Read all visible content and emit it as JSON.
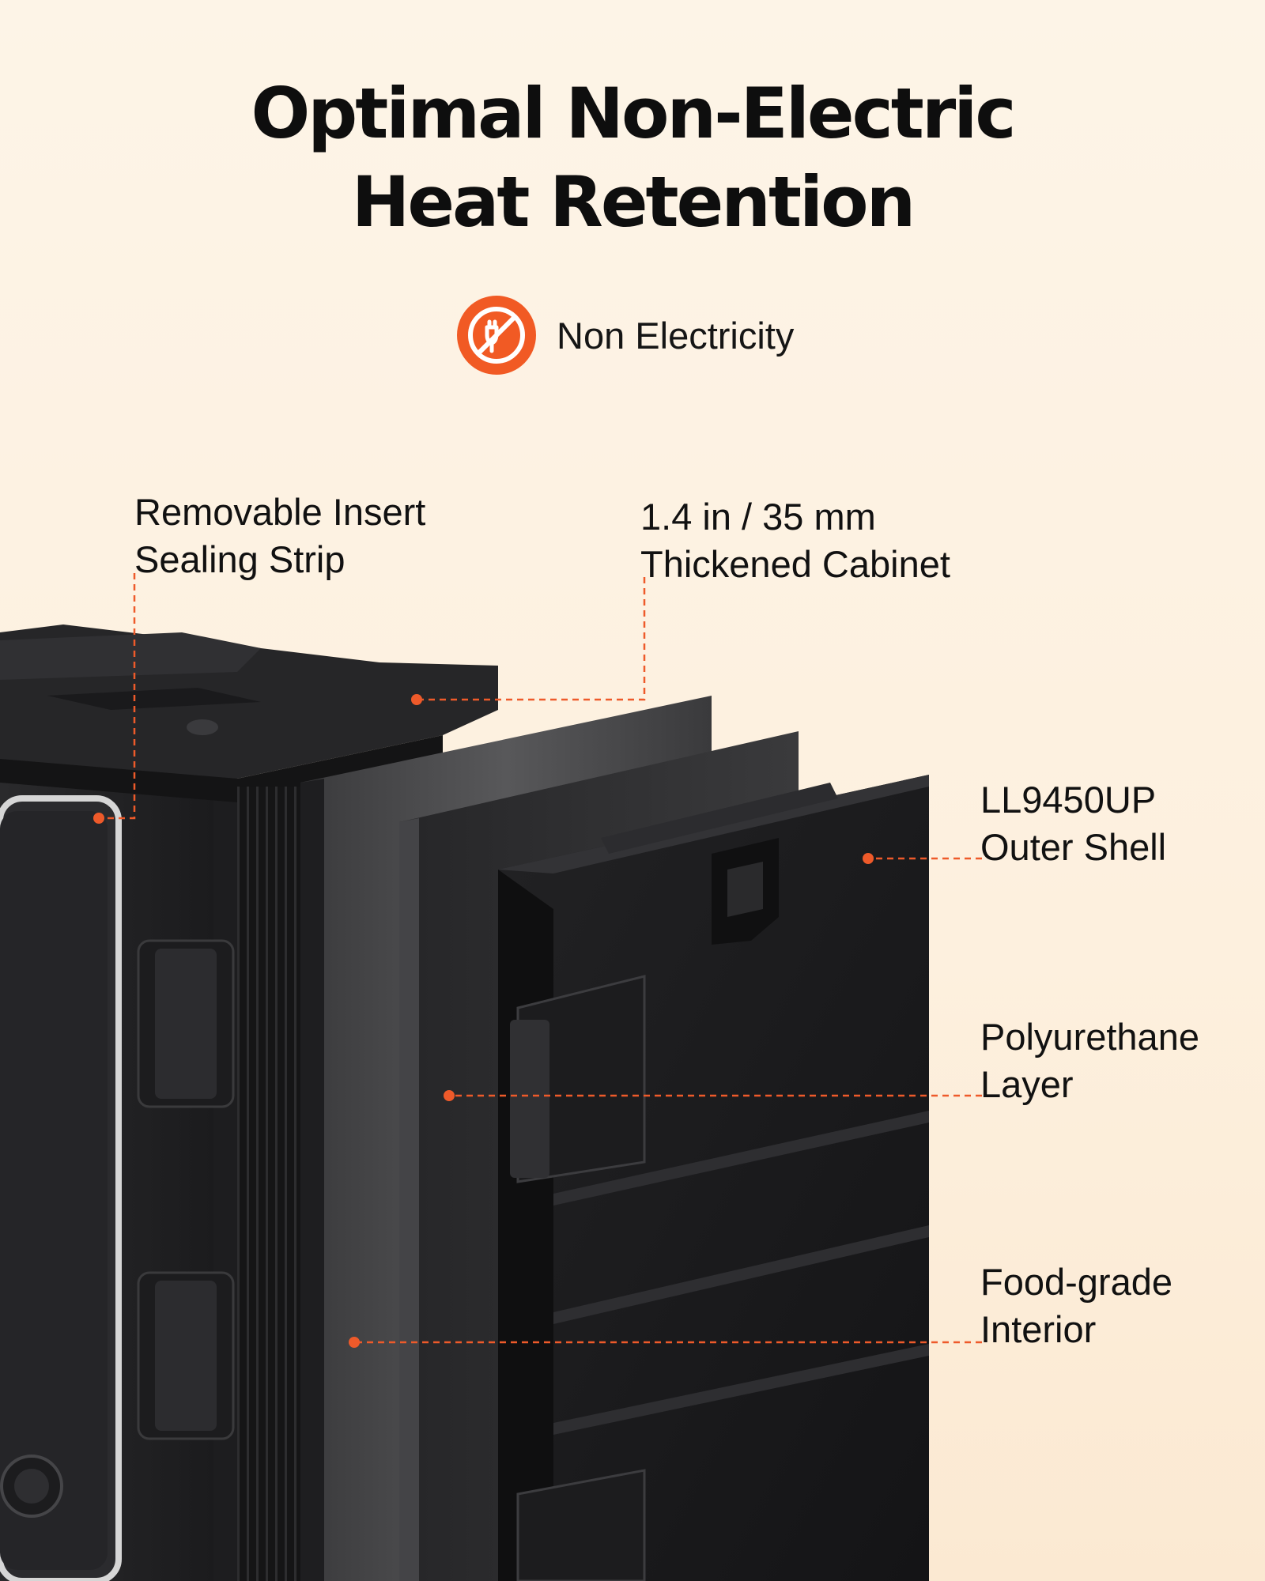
{
  "title": {
    "line1": "Optimal Non-Electric",
    "line2": "Heat Retention"
  },
  "badge": {
    "icon": "no-plug-icon",
    "label": "Non Electricity",
    "color": "#f15a24"
  },
  "callouts": [
    {
      "id": "sealing-strip",
      "lines": [
        "Removable Insert",
        "Sealing Strip"
      ]
    },
    {
      "id": "thickened-cabinet",
      "lines": [
        "1.4 in / 35 mm",
        "Thickened Cabinet"
      ]
    },
    {
      "id": "outer-shell",
      "lines": [
        "LL9450UP",
        "Outer Shell"
      ]
    },
    {
      "id": "polyurethane-layer",
      "lines": [
        "Polyurethane",
        "Layer"
      ]
    },
    {
      "id": "food-grade-interior",
      "lines": [
        "Food-grade",
        "Interior"
      ]
    }
  ],
  "accent_color": "#ee5a2a"
}
